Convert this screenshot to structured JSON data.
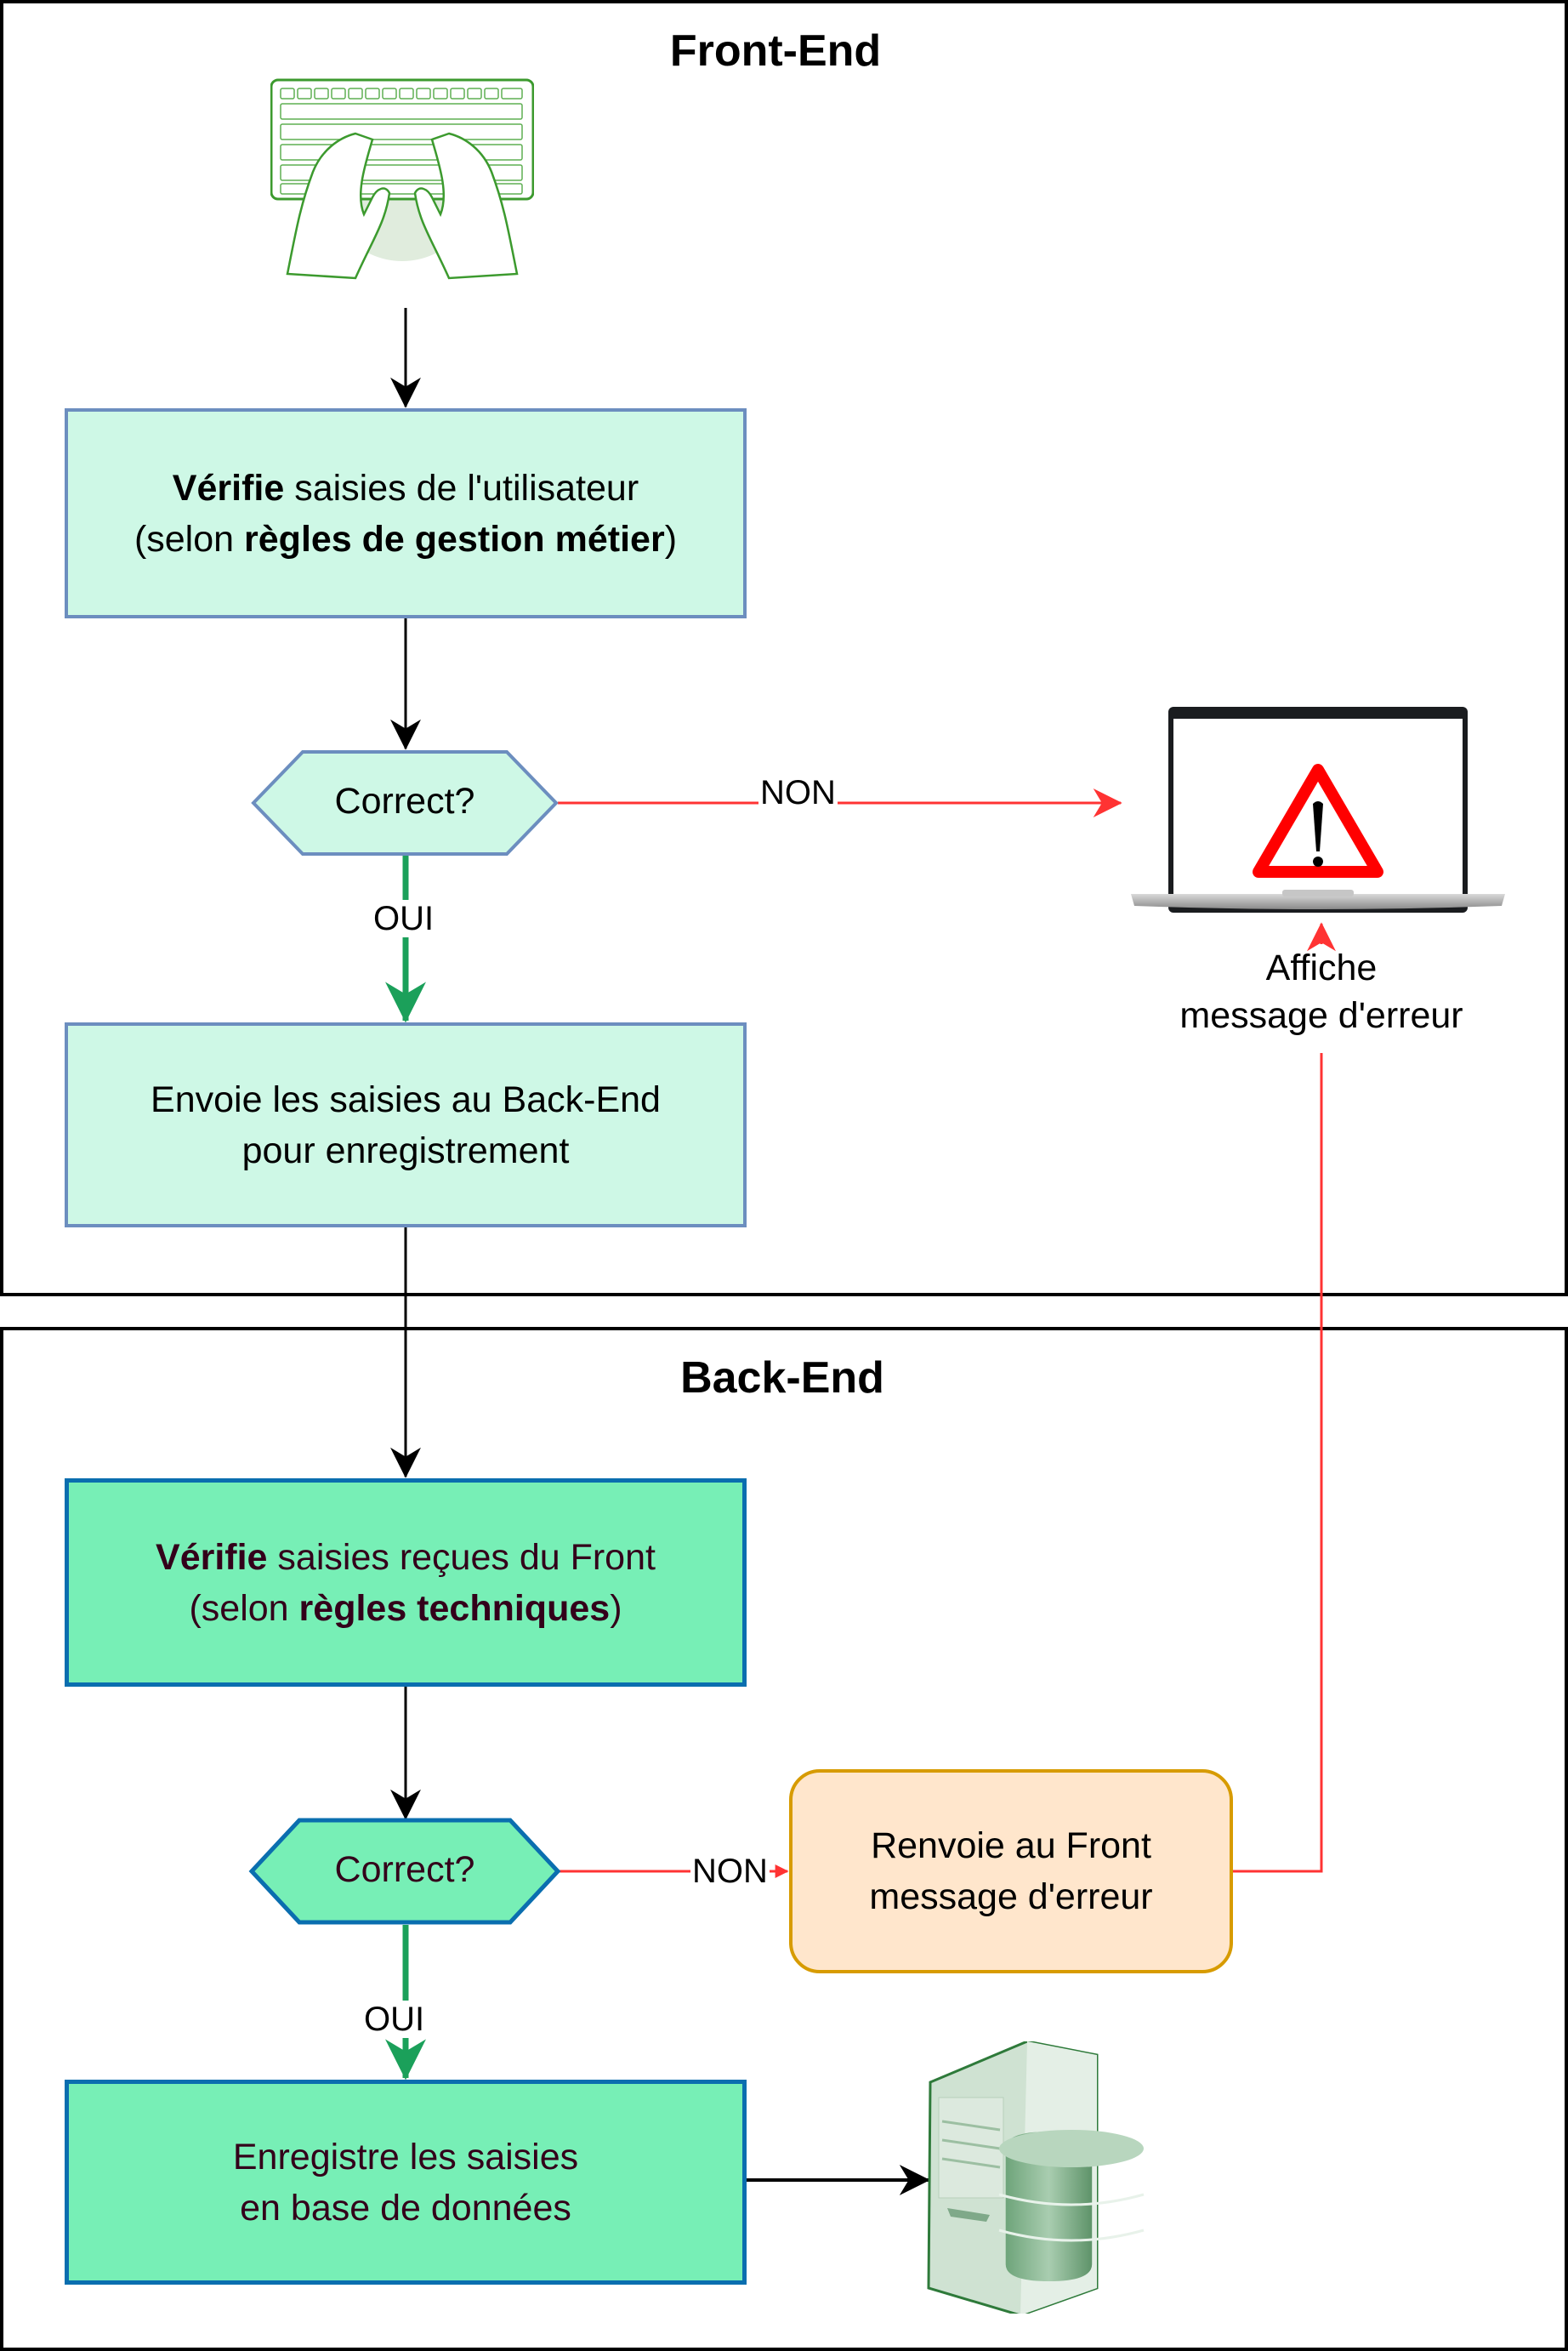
{
  "sections": {
    "front": {
      "title": "Front-End"
    },
    "back": {
      "title": "Back-End"
    }
  },
  "front": {
    "input_icon": "keyboard-typing-hands-icon",
    "verify_box": {
      "bold1": "Vérifie",
      "text1": " saisies de  l'utilisateur",
      "text2a": "(selon ",
      "bold2": "règles de gestion métier",
      "text2b": ")"
    },
    "decision": {
      "label": "Correct?"
    },
    "no_label": "NON",
    "yes_label": "OUI",
    "send_box": {
      "line1": "Envoie les saisies au Back-End",
      "line2": "pour enregistrement"
    },
    "error_display": {
      "icon": "laptop-warning-icon",
      "line1": "Affiche",
      "line2": "message d'erreur"
    }
  },
  "back": {
    "verify_box": {
      "bold1": "Vérifie",
      "text1": " saisies reçues du Front",
      "text2a": "(selon ",
      "bold2": "règles techniques",
      "text2b": ")"
    },
    "decision": {
      "label": "Correct?"
    },
    "no_label": "NON",
    "yes_label": "OUI",
    "error_box": {
      "line1": "Renvoie au Front",
      "line2": "message d'erreur"
    },
    "save_box": {
      "line1": "Enregistre les saisies",
      "line2": "en base de données"
    },
    "db_icon": "server-database-icon"
  },
  "colors": {
    "front_fill": "#CEF8E6",
    "front_border": "#6C8EBF",
    "back_fill": "#77EFB6",
    "back_border": "#0A6EAF",
    "error_fill": "#FFE6CC",
    "error_border": "#D79B00",
    "yes_arrow": "#1BA05A",
    "no_arrow": "#FF3333"
  }
}
